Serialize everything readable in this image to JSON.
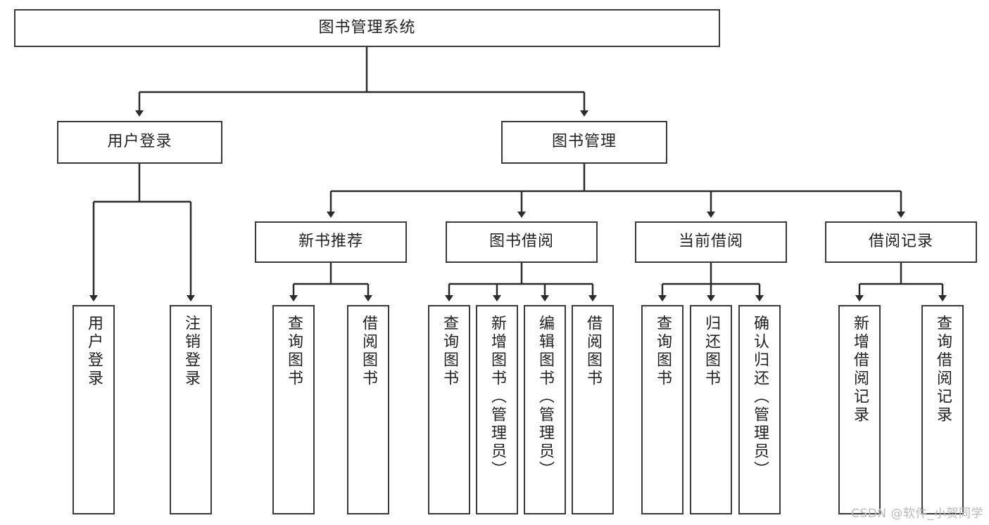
{
  "diagram": {
    "type": "tree",
    "title": "图书管理系统",
    "orientation": "top-down",
    "root": {
      "label": "图书管理系统"
    },
    "level2": [
      {
        "label": "用户登录"
      },
      {
        "label": "图书管理"
      }
    ],
    "level3": [
      {
        "label": "新书推荐"
      },
      {
        "label": "图书借阅"
      },
      {
        "label": "当前借阅"
      },
      {
        "label": "借阅记录"
      }
    ],
    "leaves": {
      "user_login": [
        {
          "label": "用户登录"
        },
        {
          "label": "注销登录"
        }
      ],
      "new_book_recommend": [
        {
          "label": "查询图书"
        },
        {
          "label": "借阅图书"
        }
      ],
      "book_borrow": [
        {
          "label": "查询图书"
        },
        {
          "label": "新增图书（管理员）"
        },
        {
          "label": "编辑图书（管理员）"
        },
        {
          "label": "借阅图书"
        }
      ],
      "current_borrow": [
        {
          "label": "查询图书"
        },
        {
          "label": "归还图书"
        },
        {
          "label": "确认归还（管理员）"
        }
      ],
      "borrow_record": [
        {
          "label": "新增借阅记录"
        },
        {
          "label": "查询借阅记录"
        }
      ]
    }
  },
  "watermark": {
    "text": "CSDN @软件_小贺同学"
  },
  "colors": {
    "box_border": "#3a3a3a",
    "box_fill": "#ffffff",
    "connector": "#2b2b2b",
    "text": "#222222",
    "watermark": "#b9b9b9",
    "background": "#ffffff"
  }
}
